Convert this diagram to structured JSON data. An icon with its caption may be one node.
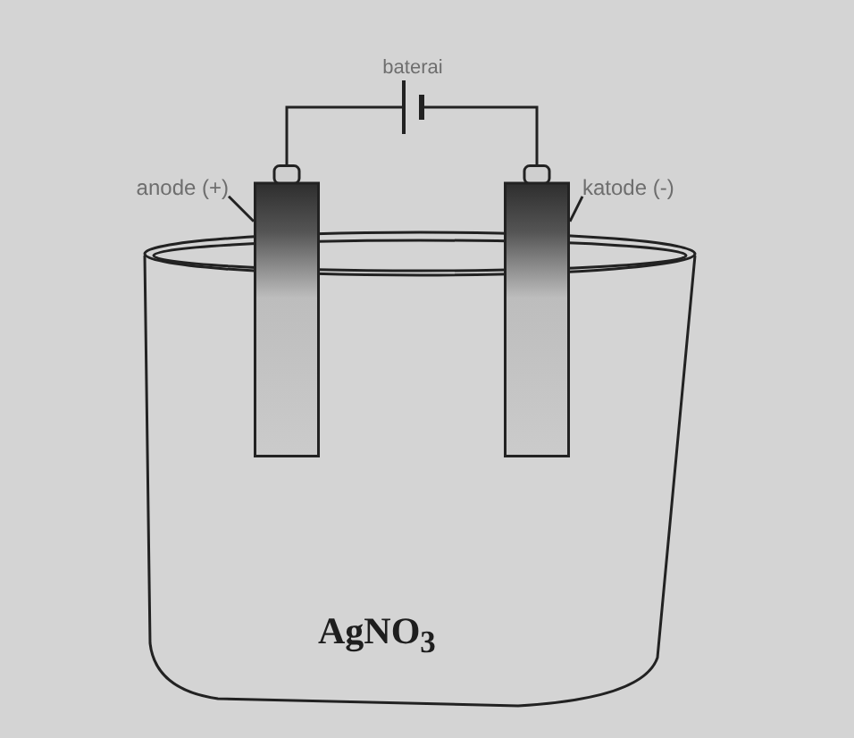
{
  "diagram": {
    "nodes": [
      {
        "text": [
          "baterai"
        ]
      },
      {
        "text": [
          "anode (+)"
        ]
      },
      {
        "text": [],
        "shape": "bar"
      },
      {
        "text": [],
        "shape": "bar"
      },
      {
        "text": [
          "katode (-)"
        ]
      },
      {
        "text": [
          "AgNO$_{3}$"
        ]
      }
    ],
    "edges": [
      {
        "from": 0,
        "to": 2,
        "arrow": "none"
      },
      {
        "from": 0,
        "to": 3,
        "arrow": "none"
      },
      {
        "from": 1,
        "to": 2,
        "arrow": "none"
      },
      {
        "from": 4,
        "to": 3,
        "arrow": "none"
      }
    ]
  }
}
